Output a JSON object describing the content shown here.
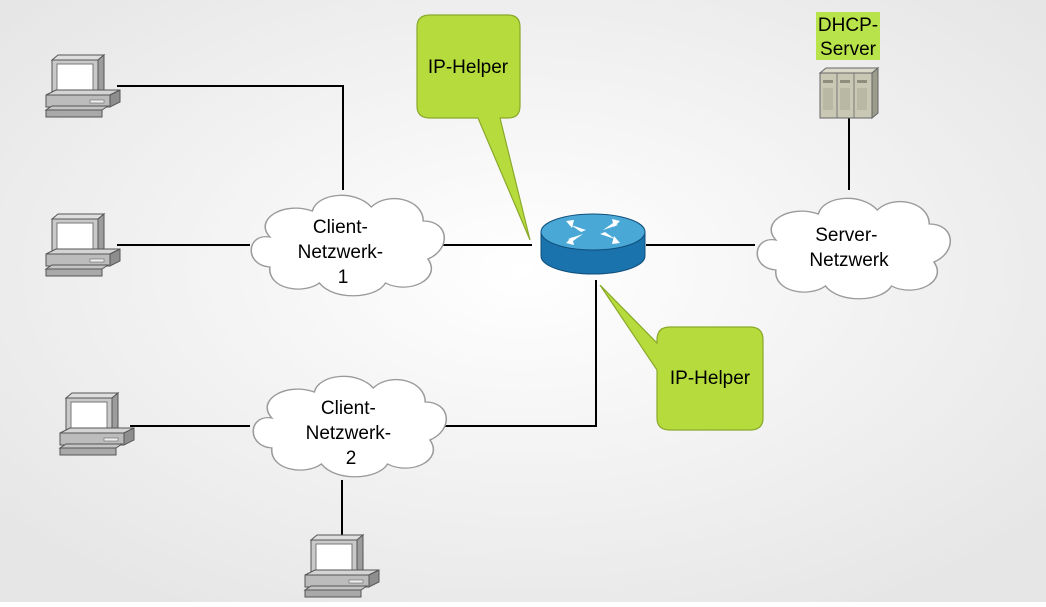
{
  "background": {
    "inner": "#ffffff",
    "outer": "#e6e6e6"
  },
  "colors": {
    "line": "#000000",
    "cloud_fill": "#ffffff",
    "cloud_stroke": "#9a9a9a",
    "callout_fill": "#b5dc3c",
    "callout_stroke": "#8aa82a",
    "server_highlight": "#b8e34a",
    "router_top": "#4aa8d6",
    "router_side": "#1b73ad"
  },
  "clouds": {
    "client_1": {
      "lines": [
        "Client-",
        "Netzwerk-",
        "1"
      ]
    },
    "client_2": {
      "lines": [
        "Client-",
        "Netzwerk-",
        "2"
      ]
    },
    "server": {
      "lines": [
        "Server-",
        "Netzwerk"
      ]
    }
  },
  "callouts": {
    "upper": {
      "label": "IP-Helper"
    },
    "lower": {
      "label": "IP-Helper"
    }
  },
  "dhcp_server": {
    "lines": [
      "DHCP-",
      "Server"
    ],
    "icon": "server-tower-icon"
  },
  "router": {
    "icon": "router-icon"
  },
  "computers": {
    "icon": "desktop-computer-icon",
    "count": 4
  }
}
